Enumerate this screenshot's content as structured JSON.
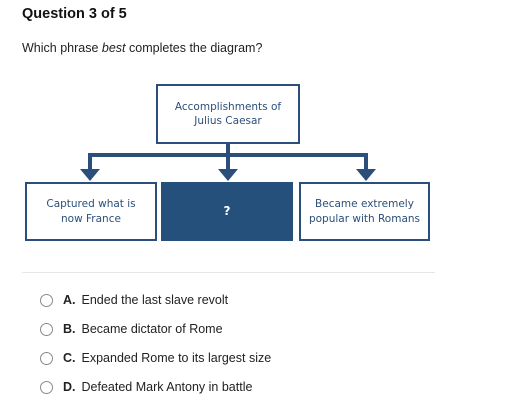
{
  "header": {
    "title": "Question 3 of 5"
  },
  "question": {
    "prompt_before": "Which phrase ",
    "prompt_emphasis": "best",
    "prompt_after": " completes the diagram?"
  },
  "diagram": {
    "top_line1": "Accomplishments of",
    "top_line2": "Julius Caesar",
    "left_line1": "Captured what is",
    "left_line2": "now France",
    "middle": "?",
    "right_line1": "Became extremely",
    "right_line2": "popular with Romans",
    "color": "#26507c"
  },
  "choices": [
    {
      "letter": "A.",
      "text": "Ended the last slave revolt"
    },
    {
      "letter": "B.",
      "text": "Became dictator of Rome"
    },
    {
      "letter": "C.",
      "text": "Expanded Rome to its largest size"
    },
    {
      "letter": "D.",
      "text": "Defeated Mark Antony in battle"
    }
  ]
}
